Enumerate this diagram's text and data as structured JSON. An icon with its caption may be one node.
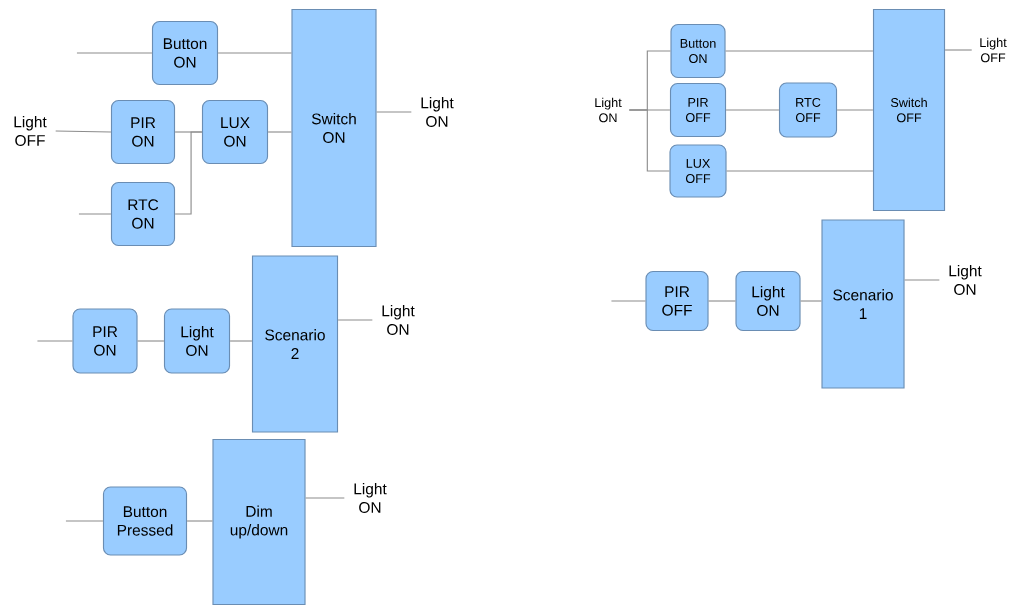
{
  "diagram": {
    "nodes": [
      {
        "text": [
          "Button ON"
        ]
      },
      {
        "text": [
          "Light OFF"
        ]
      },
      {
        "text": [
          "PIR ON"
        ]
      },
      {
        "text": [
          "LUX ON"
        ]
      },
      {
        "text": [
          "RTC ON"
        ]
      },
      {
        "text": [
          "Switch ON"
        ]
      },
      {
        "text": [
          "Light ON"
        ]
      },
      {
        "text": [
          "Light ON"
        ]
      },
      {
        "text": [
          "Button ON"
        ]
      },
      {
        "text": [
          "PIR OFF"
        ]
      },
      {
        "text": [
          "RTC OFF"
        ]
      },
      {
        "text": [
          "LUX OFF"
        ]
      },
      {
        "text": [
          "Switch OFF"
        ]
      },
      {
        "text": [
          "Light OFF"
        ]
      },
      {
        "text": [
          "PIR OFF"
        ]
      },
      {
        "text": [
          "Light ON"
        ]
      },
      {
        "text": [
          "Scenario 1"
        ]
      },
      {
        "text": [
          "Light ON"
        ]
      },
      {
        "text": [
          "PIR ON"
        ]
      },
      {
        "text": [
          "Light ON"
        ]
      },
      {
        "text": [
          "Scenario 2"
        ]
      },
      {
        "text": [
          "Light ON"
        ]
      },
      {
        "text": [
          "Button Pressed"
        ]
      },
      {
        "text": [
          "Dim up/down"
        ]
      },
      {
        "text": [
          "Light ON"
        ]
      }
    ],
    "edges": [
      {
        "from": null,
        "to": 0,
        "arrow": "none"
      },
      {
        "from": 0,
        "to": 5,
        "arrow": "none"
      },
      {
        "from": 1,
        "to": 2,
        "arrow": "none"
      },
      {
        "from": 2,
        "to": 3,
        "arrow": "none"
      },
      {
        "from": null,
        "to": 4,
        "arrow": "none"
      },
      {
        "from": 4,
        "to": 3,
        "arrow": "none"
      },
      {
        "from": 3,
        "to": 5,
        "arrow": "none"
      },
      {
        "from": 5,
        "to": 6,
        "arrow": "none"
      },
      {
        "from": 7,
        "to": 8,
        "arrow": "none"
      },
      {
        "from": 7,
        "to": 9,
        "arrow": "none"
      },
      {
        "from": 7,
        "to": 11,
        "arrow": "none"
      },
      {
        "from": 8,
        "to": 12,
        "arrow": "none"
      },
      {
        "from": 9,
        "to": 10,
        "arrow": "none"
      },
      {
        "from": 10,
        "to": 12,
        "arrow": "none"
      },
      {
        "from": 11,
        "to": 12,
        "arrow": "none"
      },
      {
        "from": 12,
        "to": 13,
        "arrow": "none"
      },
      {
        "from": null,
        "to": 14,
        "arrow": "none"
      },
      {
        "from": 14,
        "to": 15,
        "arrow": "none"
      },
      {
        "from": 15,
        "to": 16,
        "arrow": "none"
      },
      {
        "from": 16,
        "to": 17,
        "arrow": "none"
      },
      {
        "from": null,
        "to": 18,
        "arrow": "none"
      },
      {
        "from": 18,
        "to": 19,
        "arrow": "none"
      },
      {
        "from": 19,
        "to": 20,
        "arrow": "none"
      },
      {
        "from": 20,
        "to": 21,
        "arrow": "none"
      },
      {
        "from": null,
        "to": 22,
        "arrow": "none"
      },
      {
        "from": 22,
        "to": 23,
        "arrow": "none"
      },
      {
        "from": 23,
        "to": 24,
        "arrow": "none"
      }
    ]
  }
}
